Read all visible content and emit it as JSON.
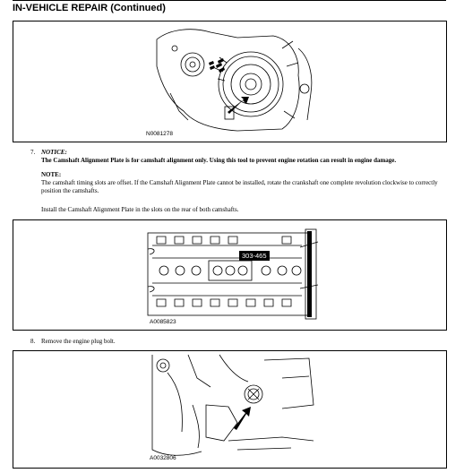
{
  "header": {
    "title": "IN-VEHICLE REPAIR (Continued)"
  },
  "figures": [
    {
      "id": "N0081278"
    },
    {
      "id": "A0085823",
      "callout": "303-465"
    },
    {
      "id": "A0032806"
    }
  ],
  "steps": [
    {
      "number": "7.",
      "notice_label": "NOTICE:",
      "notice_text": "The Camshaft Alignment Plate is for camshaft alignment only. Using this tool to prevent engine rotation can result in engine damage.",
      "note_label": "NOTE:",
      "note_text": "The camshaft timing slots are offset. If the Camshaft Alignment Plate cannot be installed, rotate the crankshaft one complete revolution clockwise to correctly position the camshafts.",
      "instruction": "Install the Camshaft Alignment Plate in the slots on the rear of both camshafts."
    },
    {
      "number": "8.",
      "instruction": "Remove the engine plug bolt."
    }
  ]
}
